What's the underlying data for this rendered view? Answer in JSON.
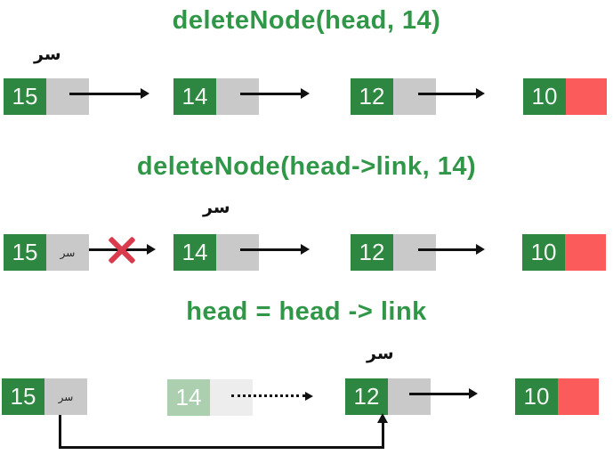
{
  "diagram": {
    "description": "Linked list deleteNode steps",
    "head_pointer_label": "سر",
    "colors": {
      "node_green": "#2e8741",
      "node_green_faded": "#abcfaf",
      "link_gray": "#c9c9c9",
      "link_gray_faded": "#ededed",
      "null_red": "#fc5b5b",
      "title_green": "#2f9747",
      "cross_red": "#d93a4c",
      "arrow_black": "#111111"
    },
    "sections": [
      {
        "title": "deleteNode(head, 14)",
        "head_label": "سر",
        "nodes": [
          {
            "value": "15",
            "link_text": ""
          },
          {
            "value": "14",
            "link_text": ""
          },
          {
            "value": "12",
            "link_text": ""
          },
          {
            "value": "10",
            "link_text": ""
          }
        ]
      },
      {
        "title": "deleteNode(head->link, 14)",
        "head_label": "سر",
        "nodes": [
          {
            "value": "15",
            "link_text": "سر"
          },
          {
            "value": "14",
            "link_text": ""
          },
          {
            "value": "12",
            "link_text": ""
          },
          {
            "value": "10",
            "link_text": ""
          }
        ]
      },
      {
        "title": "head = head -> link",
        "head_label": "سر",
        "nodes": [
          {
            "value": "15",
            "link_text": "سر"
          },
          {
            "value": "14",
            "link_text": ""
          },
          {
            "value": "12",
            "link_text": ""
          },
          {
            "value": "10",
            "link_text": ""
          }
        ]
      }
    ]
  }
}
